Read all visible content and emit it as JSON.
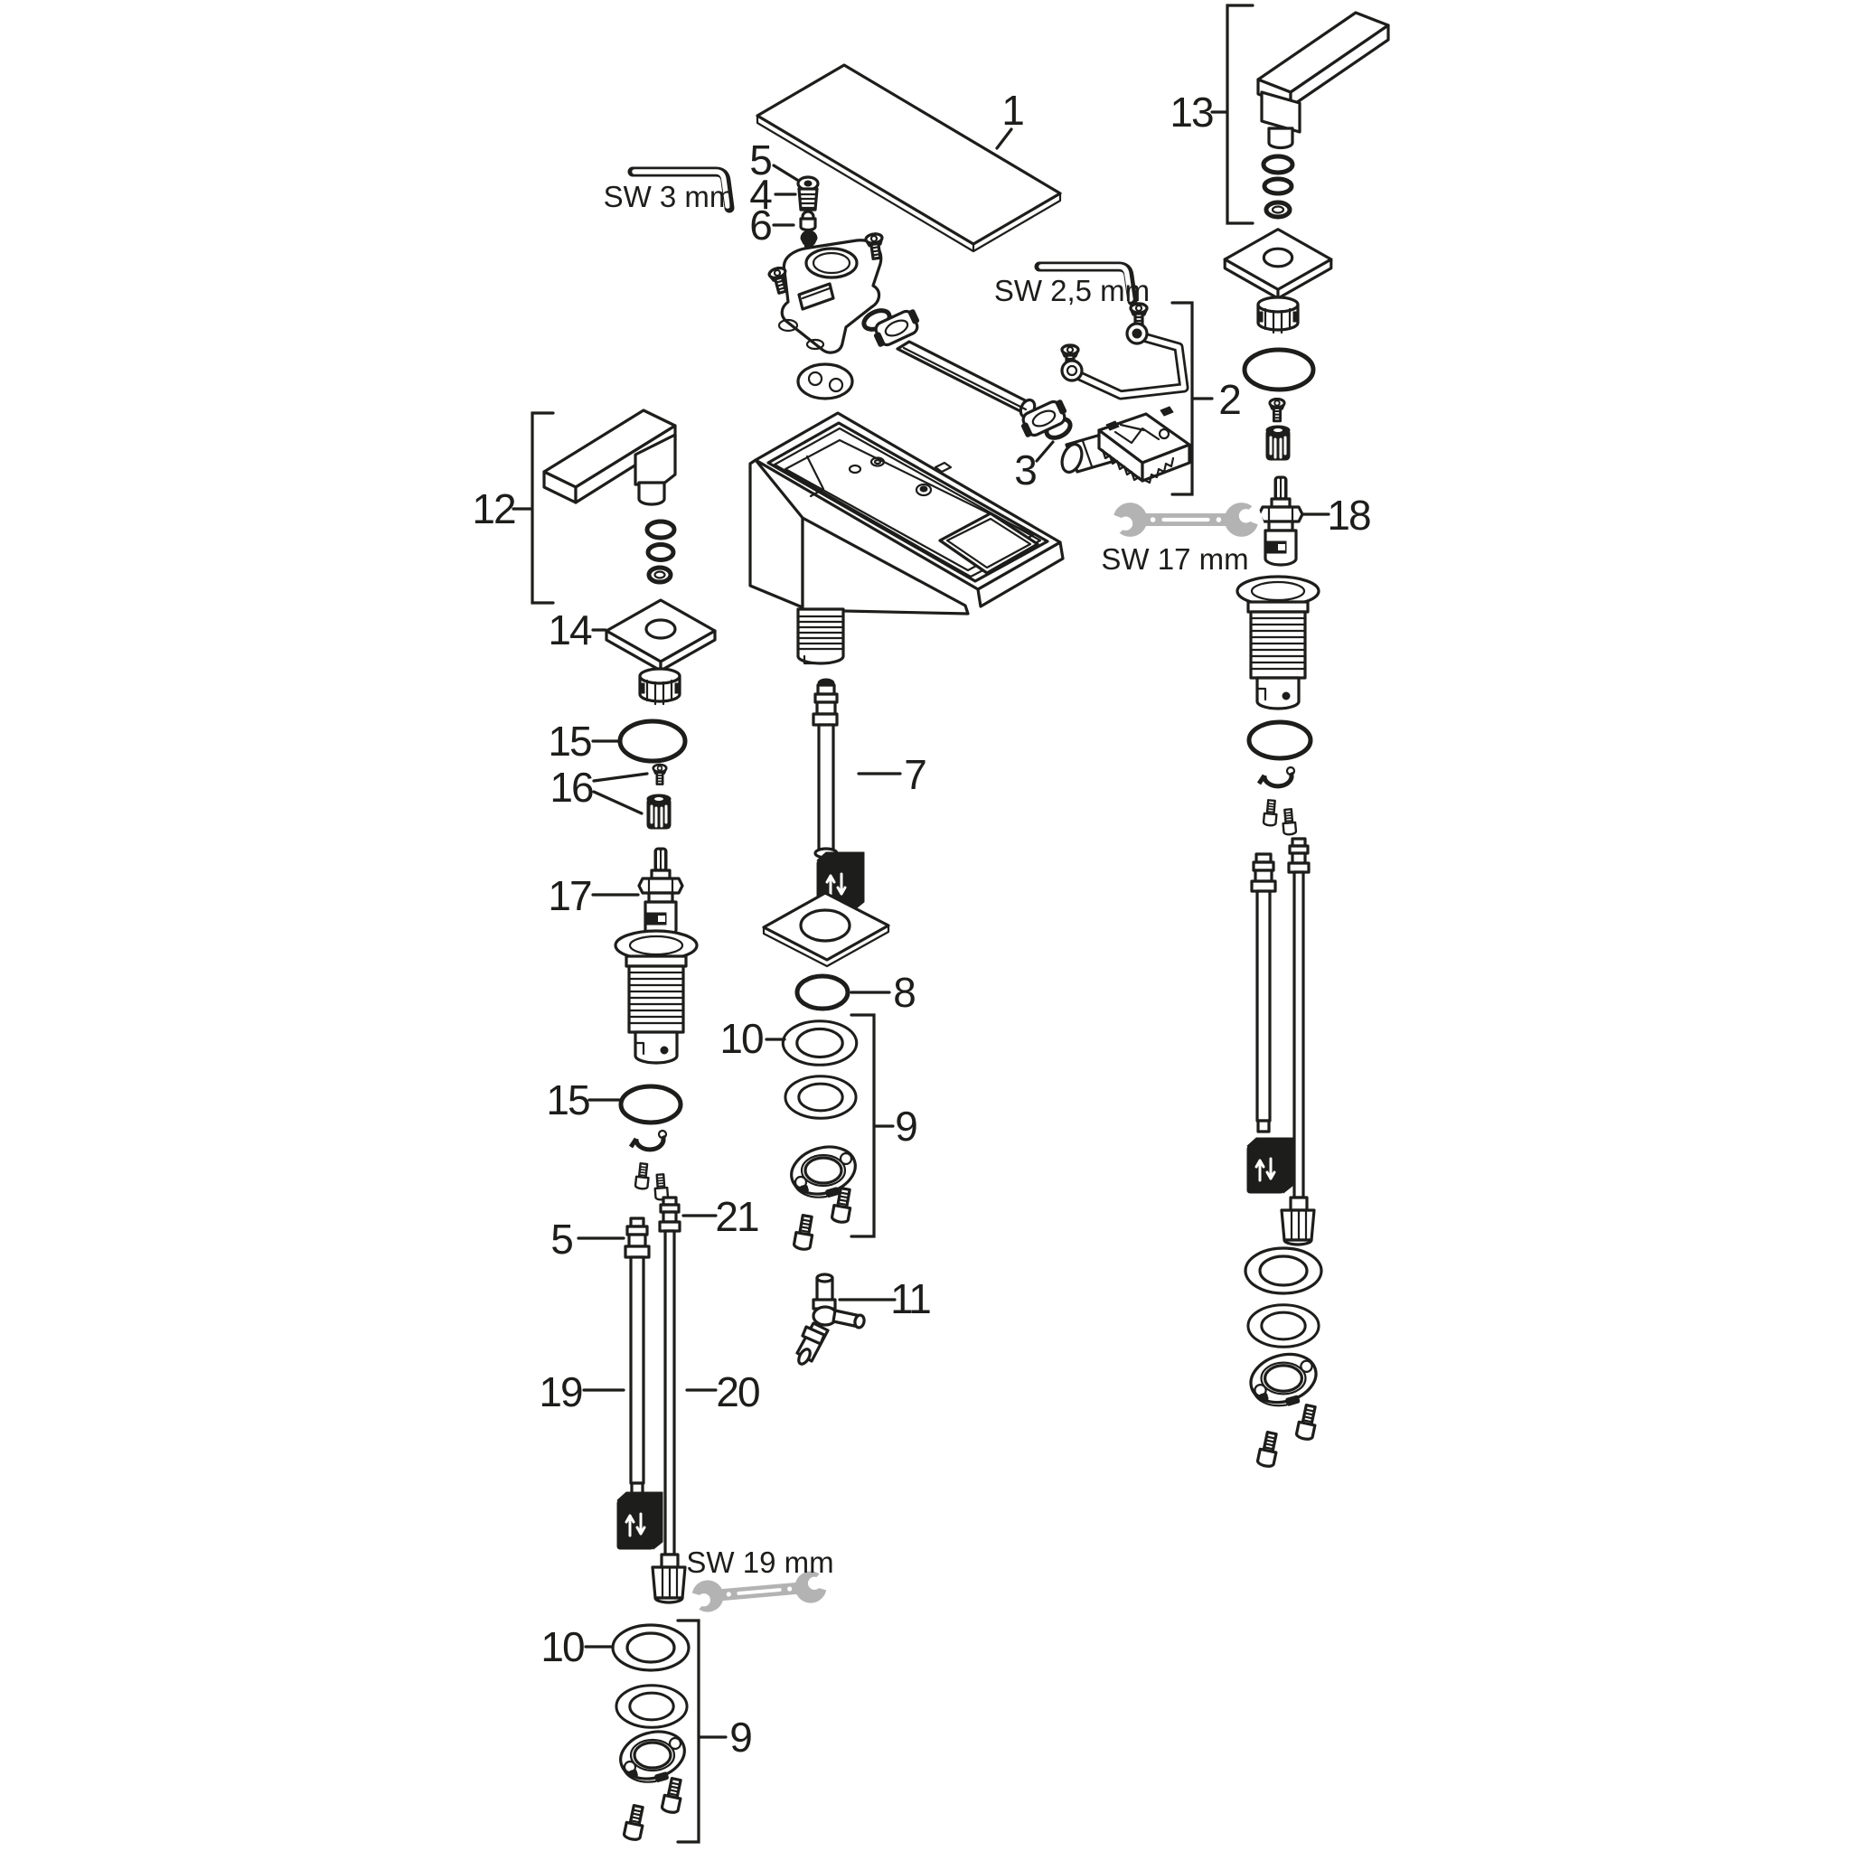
{
  "diagram": {
    "type": "exploded-parts-diagram",
    "background": "#ffffff",
    "line_color": "#1d1d1b",
    "tool_color": "#b3b3b3"
  },
  "callouts": {
    "c1": "1",
    "c2": "2",
    "c3": "3",
    "c4": "4",
    "c5": "5",
    "c5b": "5",
    "c6": "6",
    "c7": "7",
    "c8": "8",
    "c9": "9",
    "c9b": "9",
    "c10": "10",
    "c10b": "10",
    "c11": "11",
    "c12": "12",
    "c13": "13",
    "c14": "14",
    "c15": "15",
    "c15b": "15",
    "c16": "16",
    "c17": "17",
    "c18": "18",
    "c19": "19",
    "c20": "20",
    "c21": "21"
  },
  "tools": {
    "allen_key_3mm": "SW 3 mm",
    "allen_key_2_5mm": "SW 2,5 mm",
    "wrench_17mm": "SW 17 mm",
    "wrench_19mm": "SW 19 mm"
  }
}
